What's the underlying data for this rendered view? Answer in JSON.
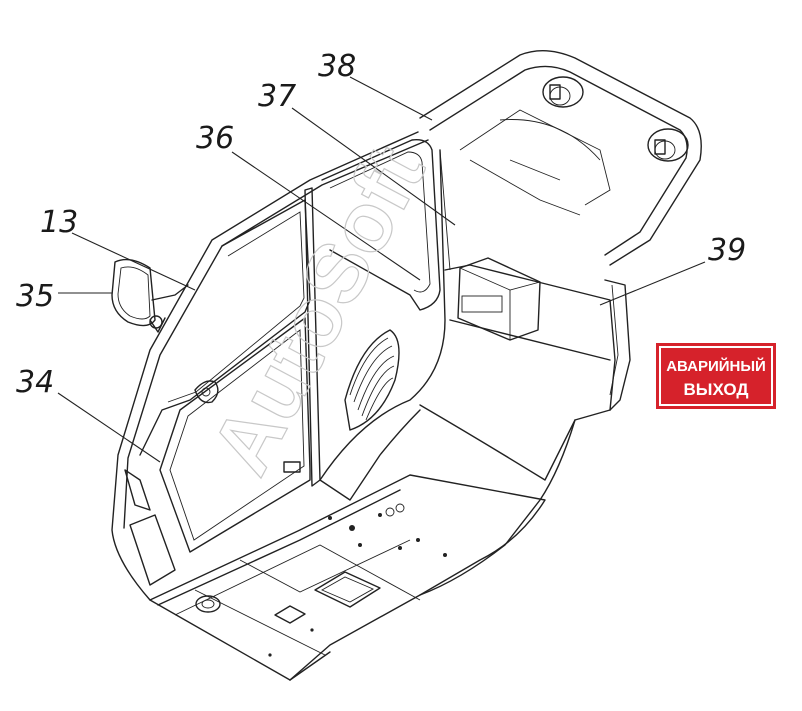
{
  "callouts": [
    {
      "id": "13",
      "label": "13"
    },
    {
      "id": "35",
      "label": "35"
    },
    {
      "id": "34",
      "label": "34"
    },
    {
      "id": "36",
      "label": "36"
    },
    {
      "id": "37",
      "label": "37"
    },
    {
      "id": "38",
      "label": "38"
    },
    {
      "id": "39",
      "label": "39"
    }
  ],
  "emergency_sign": {
    "line1": "АВАРИЙНЫЙ",
    "line2": "ВЫХОД",
    "background_color": "#d6222b",
    "border_color": "#ffffff",
    "text_color": "#ffffff"
  },
  "watermark": "AutoSoft",
  "colors": {
    "line": "#222222",
    "background": "#ffffff",
    "watermark": "#c8c8c8"
  }
}
